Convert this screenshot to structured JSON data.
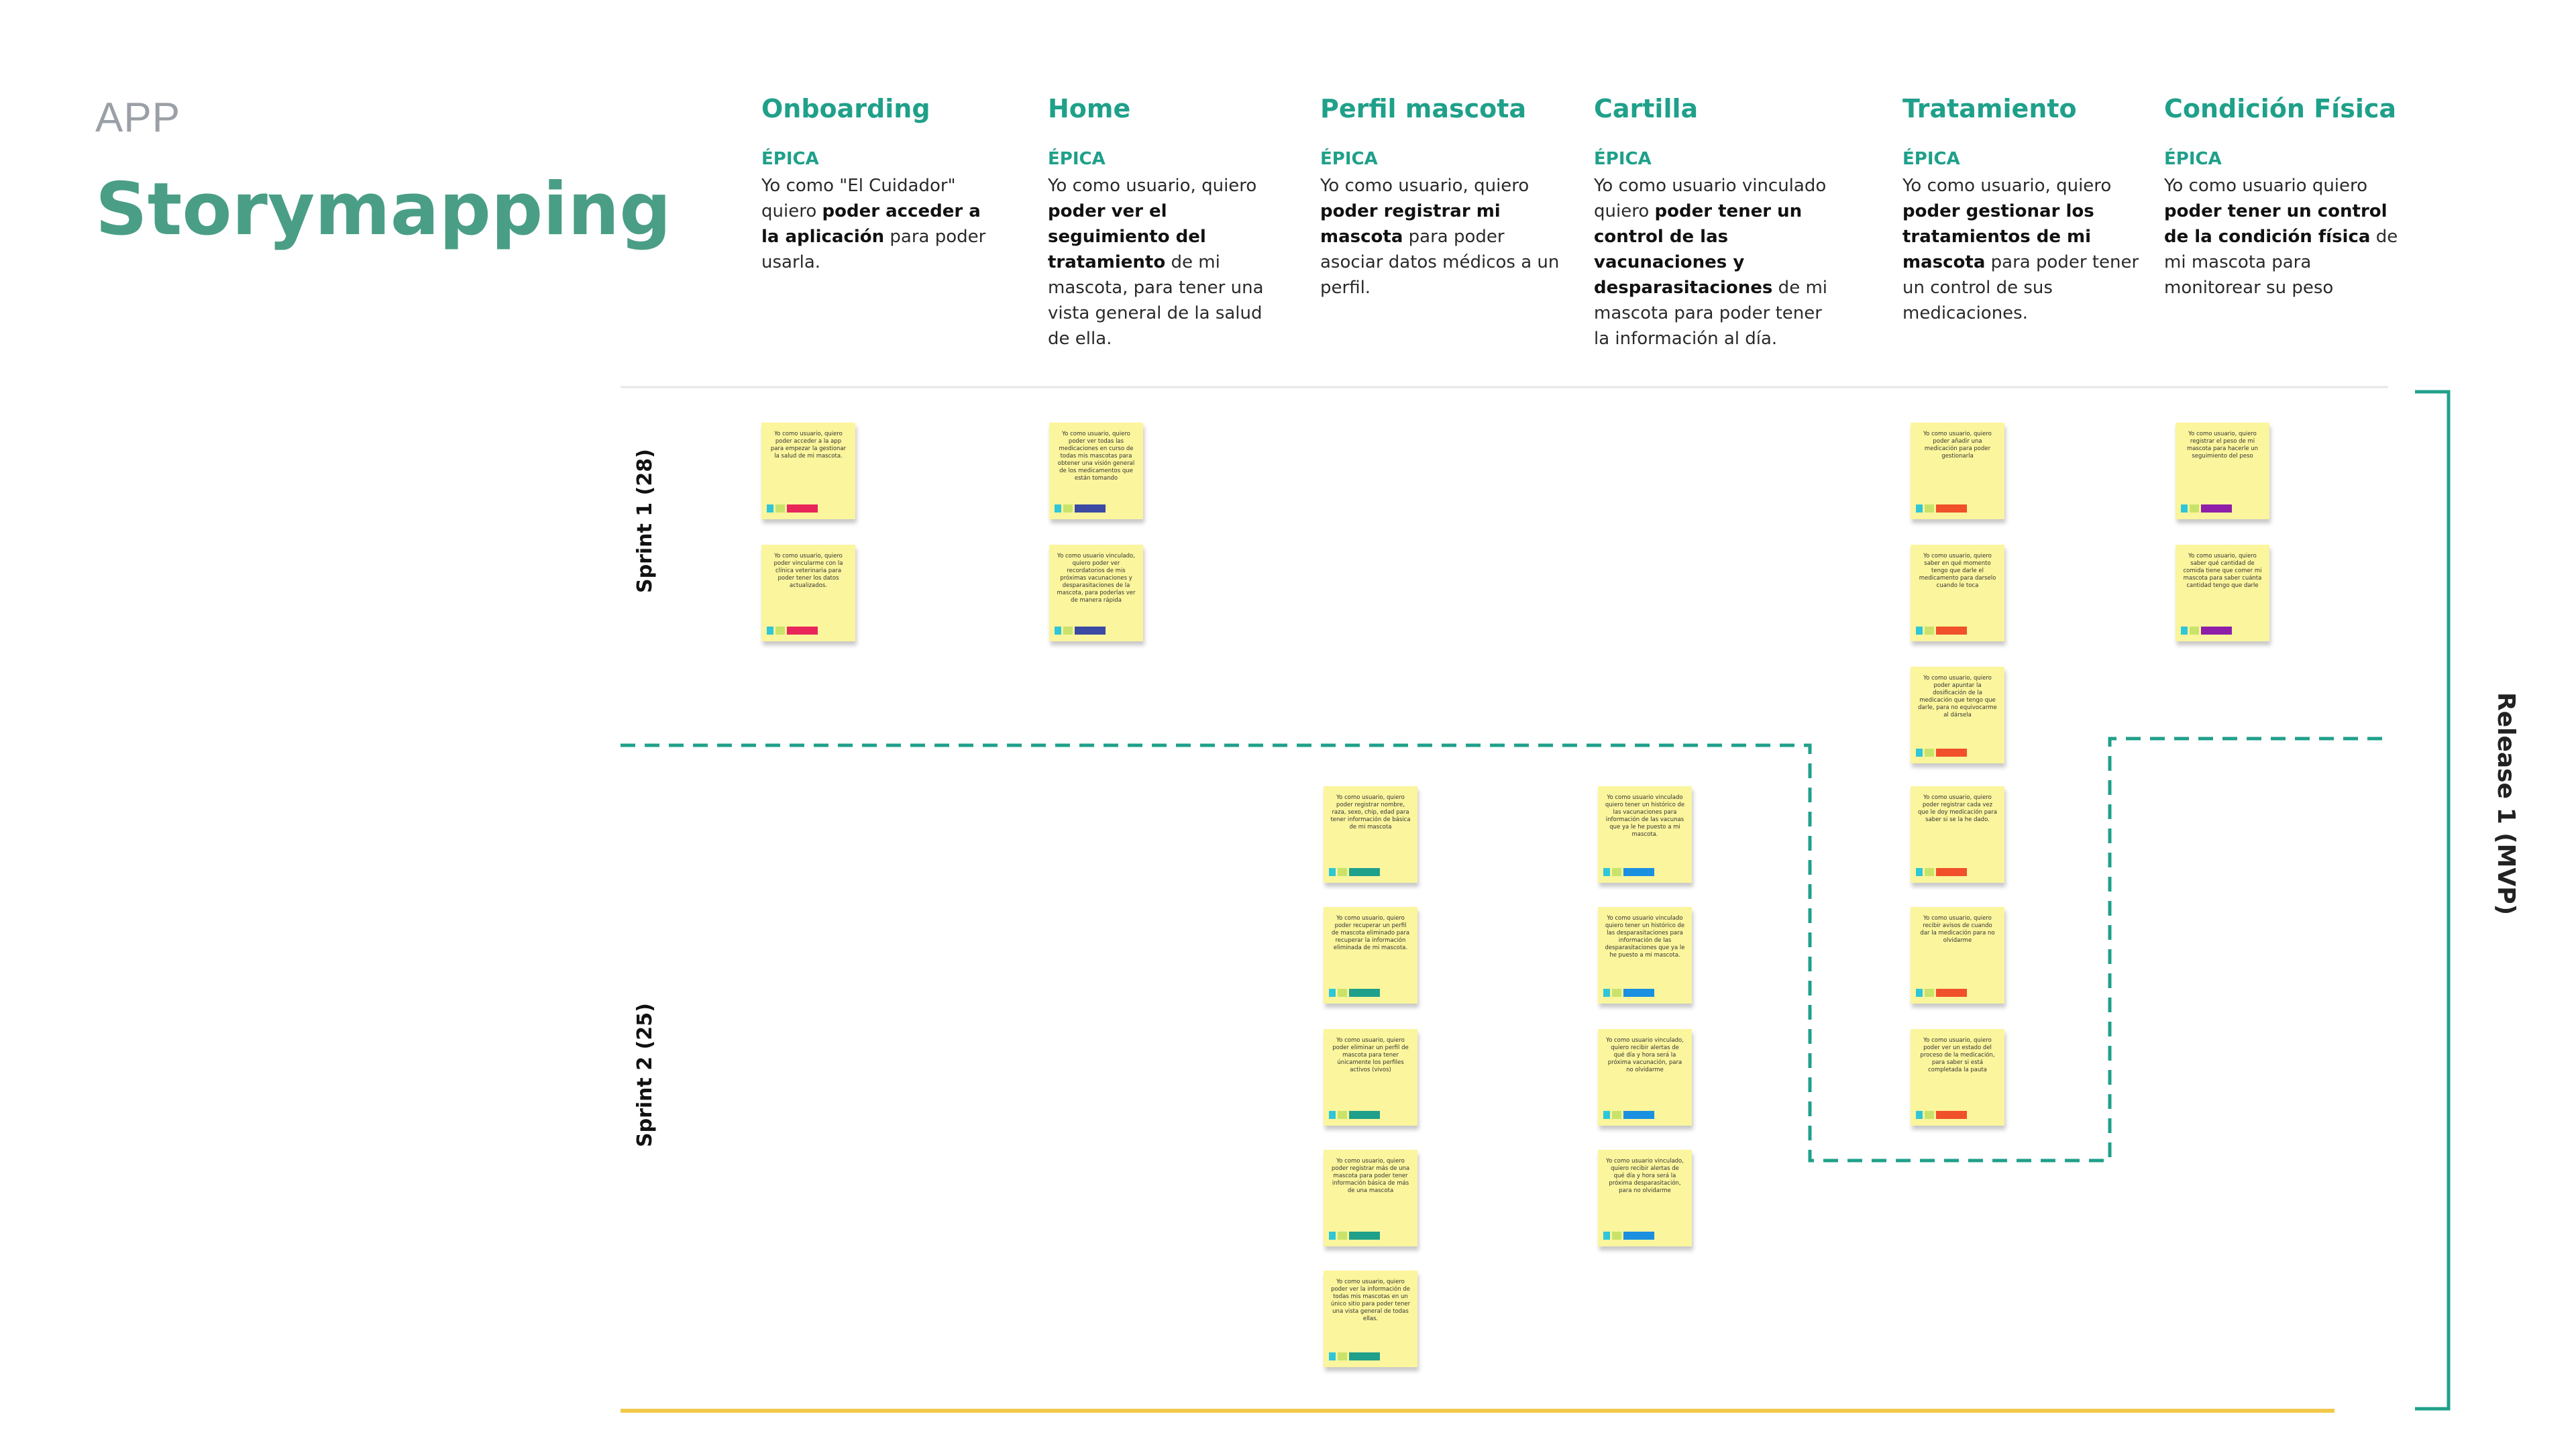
{
  "header": {
    "app_label": "APP",
    "title": "Storymapping"
  },
  "colors": {
    "accent": "#1fa08a",
    "title": "#4a9e86",
    "release_line": "#f2c94c",
    "onboarding_tag": "#e8265a",
    "home_tag": "#3b4aa3",
    "perfil_tag": "#1fa08a",
    "cartilla_tag": "#1b8fe0",
    "tratamiento_tag": "#f0502a",
    "condicion_tag": "#8e1fa8"
  },
  "epics": [
    {
      "title": "Onboarding",
      "tag": "ÉPICA",
      "desc_parts": [
        [
          "Yo como \"El Cuidador\" quiero ",
          false
        ],
        [
          "poder acceder a la aplicación",
          true
        ],
        [
          " para poder usarla.",
          false
        ]
      ]
    },
    {
      "title": "Home",
      "tag": "ÉPICA",
      "desc_parts": [
        [
          "Yo como usuario, quiero ",
          false
        ],
        [
          "poder ver el seguimiento del tratamiento",
          true
        ],
        [
          " de mi mascota, para tener una vista general de la salud de ella.",
          false
        ]
      ]
    },
    {
      "title": "Perfil mascota",
      "tag": "ÉPICA",
      "desc_parts": [
        [
          "Yo como usuario, quiero ",
          false
        ],
        [
          "poder registrar mi mascota",
          true
        ],
        [
          " para poder asociar datos médicos a un perfil.",
          false
        ]
      ]
    },
    {
      "title": "Cartilla",
      "tag": "ÉPICA",
      "desc_parts": [
        [
          "Yo como usuario vinculado quiero ",
          false
        ],
        [
          "poder tener un control de las vacunaciones y desparasitaciones",
          true
        ],
        [
          " de mi mascota para poder tener la información al día.",
          false
        ]
      ]
    },
    {
      "title": "Tratamiento",
      "tag": "ÉPICA",
      "desc_parts": [
        [
          "Yo como usuario, quiero ",
          false
        ],
        [
          "poder gestionar los tratamientos de mi mascota",
          true
        ],
        [
          " para poder tener un control de sus medicaciones.",
          false
        ]
      ]
    },
    {
      "title": "Condición Física",
      "tag": "ÉPICA",
      "desc_parts": [
        [
          "Yo como usuario quiero ",
          false
        ],
        [
          "poder tener un control de la condición física",
          true
        ],
        [
          " de mi mascota para monitorear su peso",
          false
        ]
      ]
    }
  ],
  "sprints": [
    {
      "label": "Sprint 1  (28)"
    },
    {
      "label": "Sprint 2  (25)"
    }
  ],
  "release": {
    "label": "Release 1 (MVP)"
  },
  "notes": [
    {
      "epic": 0,
      "slot": 0,
      "text": "Yo como usuario, quiero poder acceder a la app para empezar la gestionar la salud de mi mascota.",
      "tag_color": "#e8265a"
    },
    {
      "epic": 0,
      "slot": 1,
      "text": "Yo como usuario, quiero poder vincularme con la clínica veterinaria para poder tener los datos actualizados.",
      "tag_color": "#e8265a"
    },
    {
      "epic": 1,
      "slot": 0,
      "text": "Yo como usuario, quiero poder ver todas las medicaciones en curso de todas mis mascotas para obtener una visión general de los medicamentos que están tomando",
      "tag_color": "#3b4aa3"
    },
    {
      "epic": 1,
      "slot": 1,
      "text": "Yo como usuario vinculado, quiero poder ver recordatorios de mis próximas vacunaciones y desparasitaciones de la mascota, para poderlas ver de manera rápida",
      "tag_color": "#3b4aa3"
    },
    {
      "epic": 2,
      "slot": 3,
      "text": "Yo como usuario, quiero poder registrar nombre, raza, sexo, chip, edad para tener información de básica de mi mascota",
      "tag_color": "#1fa08a"
    },
    {
      "epic": 2,
      "slot": 4,
      "text": "Yo como usuario, quiero poder recuperar un perfil de mascota eliminado para recuperar la información eliminada de mi mascota.",
      "tag_color": "#1fa08a"
    },
    {
      "epic": 2,
      "slot": 5,
      "text": "Yo como usuario, quiero poder eliminar un perfil de mascota para tener únicamente los perfiles activos (vivos)",
      "tag_color": "#1fa08a"
    },
    {
      "epic": 2,
      "slot": 6,
      "text": "Yo como usuario, quiero poder registrar más de una mascota para poder tener información básica de más de una mascota",
      "tag_color": "#1fa08a"
    },
    {
      "epic": 2,
      "slot": 7,
      "text": "Yo como usuario, quiero poder ver la información de todas mis mascotas en un único sitio para poder tener una vista general de todas ellas.",
      "tag_color": "#1fa08a"
    },
    {
      "epic": 3,
      "slot": 3,
      "text": "Yo como usuario vinculado quiero tener un histórico de las vacunaciones para información de las vacunas que ya le he puesto a mi mascota.",
      "tag_color": "#1b8fe0"
    },
    {
      "epic": 3,
      "slot": 4,
      "text": "Yo como usuario vinculado quiero tener un histórico de las desparasitaciones para información de las desparasitaciones que ya le he puesto a mi mascota.",
      "tag_color": "#1b8fe0"
    },
    {
      "epic": 3,
      "slot": 5,
      "text": "Yo como usuario vinculado, quiero recibir alertas de qué día y hora será la próxima vacunación, para no olvidarme",
      "tag_color": "#1b8fe0"
    },
    {
      "epic": 3,
      "slot": 6,
      "text": "Yo como usuario vinculado, quiero recibir alertas de qué día y hora será la próxima desparasitación, para no olvidarme",
      "tag_color": "#1b8fe0"
    },
    {
      "epic": 4,
      "slot": 0,
      "text": "Yo como usuario, quiero poder añadir una medicación para poder gestionarla",
      "tag_color": "#f0502a"
    },
    {
      "epic": 4,
      "slot": 1,
      "text": "Yo como usuario, quiero saber en qué momento tengo que darle el medicamento para darselo cuando le toca",
      "tag_color": "#f0502a"
    },
    {
      "epic": 4,
      "slot": 2,
      "text": "Yo como usuario, quiero poder apuntar la dosificación de la medicación que tengo que darle, para no equivocarme al dársela",
      "tag_color": "#f0502a"
    },
    {
      "epic": 4,
      "slot": 3,
      "text": "Yo como usuario, quiero poder registrar cada vez que le doy medicación para saber si se la he dado.",
      "tag_color": "#f0502a"
    },
    {
      "epic": 4,
      "slot": 4,
      "text": "Yo como usuario, quiero recibir avisos de cuando dar la medicación para no olvidarme",
      "tag_color": "#f0502a"
    },
    {
      "epic": 4,
      "slot": 5,
      "text": "Yo como usuario, quiero poder ver un estado del proceso de la medicación, para saber si está completada la pauta",
      "tag_color": "#f0502a"
    },
    {
      "epic": 5,
      "slot": 0,
      "text": "Yo como usuario, quiero registrar el peso de mi mascota para hacerle un seguimiento del peso",
      "tag_color": "#8e1fa8"
    },
    {
      "epic": 5,
      "slot": 1,
      "text": "Yo como usuario, quiero saber qué cantidad de comida tiene que comer mi mascota para saber cuánta cantidad tengo que darle",
      "tag_color": "#8e1fa8"
    }
  ]
}
